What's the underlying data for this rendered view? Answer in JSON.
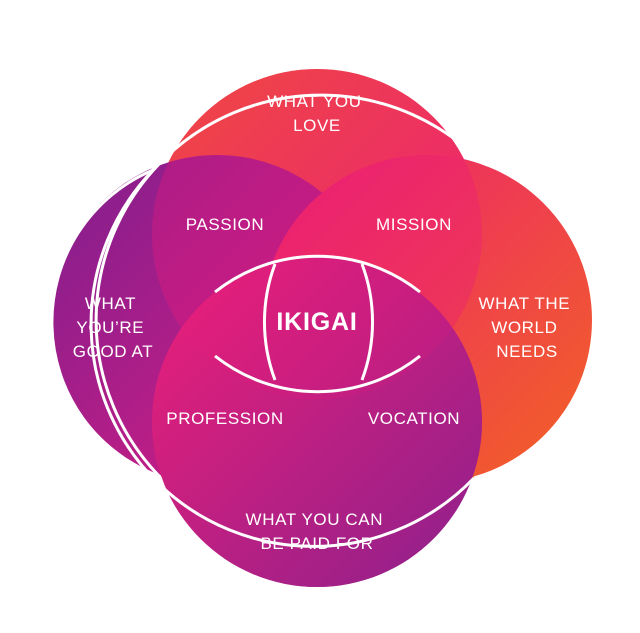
{
  "diagram": {
    "circles": {
      "love": {
        "lines": [
          "WHAT YOU",
          "LOVE"
        ]
      },
      "good_at": {
        "lines": [
          "WHAT",
          "YOU’RE",
          "GOOD AT"
        ]
      },
      "world_needs": {
        "lines": [
          "WHAT THE",
          "WORLD",
          "NEEDS"
        ]
      },
      "paid_for": {
        "lines": [
          "WHAT YOU CAN",
          "BE PAID FOR"
        ]
      }
    },
    "overlaps": {
      "passion": "PASSION",
      "mission": "MISSION",
      "profession": "PROFESSION",
      "vocation": "VOCATION"
    },
    "center": "IKIGAI"
  },
  "colors": {
    "orange": "#f05a28",
    "pink": "#ec1b7a",
    "purple": "#8b1e8e",
    "outline": "#ffffff",
    "text": "#ffffff"
  }
}
